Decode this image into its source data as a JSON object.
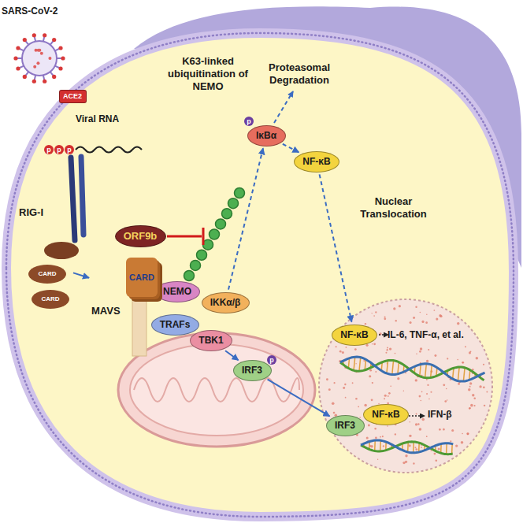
{
  "diagram": {
    "nodes": [
      {
        "text": [
          "SARS-CoV-2"
        ]
      },
      {
        "text": [
          "ACE2"
        ]
      },
      {
        "text": [
          "RIG-I"
        ]
      },
      {
        "text": [
          "CARD",
          "MAVS"
        ]
      },
      {
        "text": [
          "ORF9b"
        ]
      },
      {
        "text": [
          "NEMO"
        ]
      },
      {
        "text": [
          "IKKα/β"
        ]
      },
      {
        "text": [
          "TRAFs"
        ]
      },
      {
        "text": [
          "TBK1"
        ]
      },
      {
        "text": [
          "IκBα"
        ]
      },
      {
        "text": [
          "NF-κB"
        ]
      },
      {
        "text": [
          "IRF3"
        ]
      },
      {
        "text": [
          "NF-κB"
        ]
      },
      {
        "text": [
          "IRF3"
        ]
      },
      {
        "text": [
          "NF-κB"
        ]
      }
    ],
    "edges": [
      {
        "from": 2,
        "to": 3,
        "arrow": "to"
      },
      {
        "from": 6,
        "to": 9,
        "arrow": "to"
      },
      {
        "from": 9,
        "to": 10,
        "arrow": "to"
      },
      {
        "from": 10,
        "to": 12,
        "arrow": "to"
      },
      {
        "from": 8,
        "to": 11,
        "arrow": "to"
      },
      {
        "from": 11,
        "to": 13,
        "arrow": "to"
      }
    ],
    "labels": [
      "p",
      "p",
      "p",
      "Viral RNA",
      "CARD",
      "CARD",
      "K63-linked ubiquitination of NEMO",
      "Proteasomal Degradation",
      "p",
      "Nuclear Translocation",
      "p",
      "IL-6, TNF-α, et al.",
      "IFN-β"
    ]
  }
}
